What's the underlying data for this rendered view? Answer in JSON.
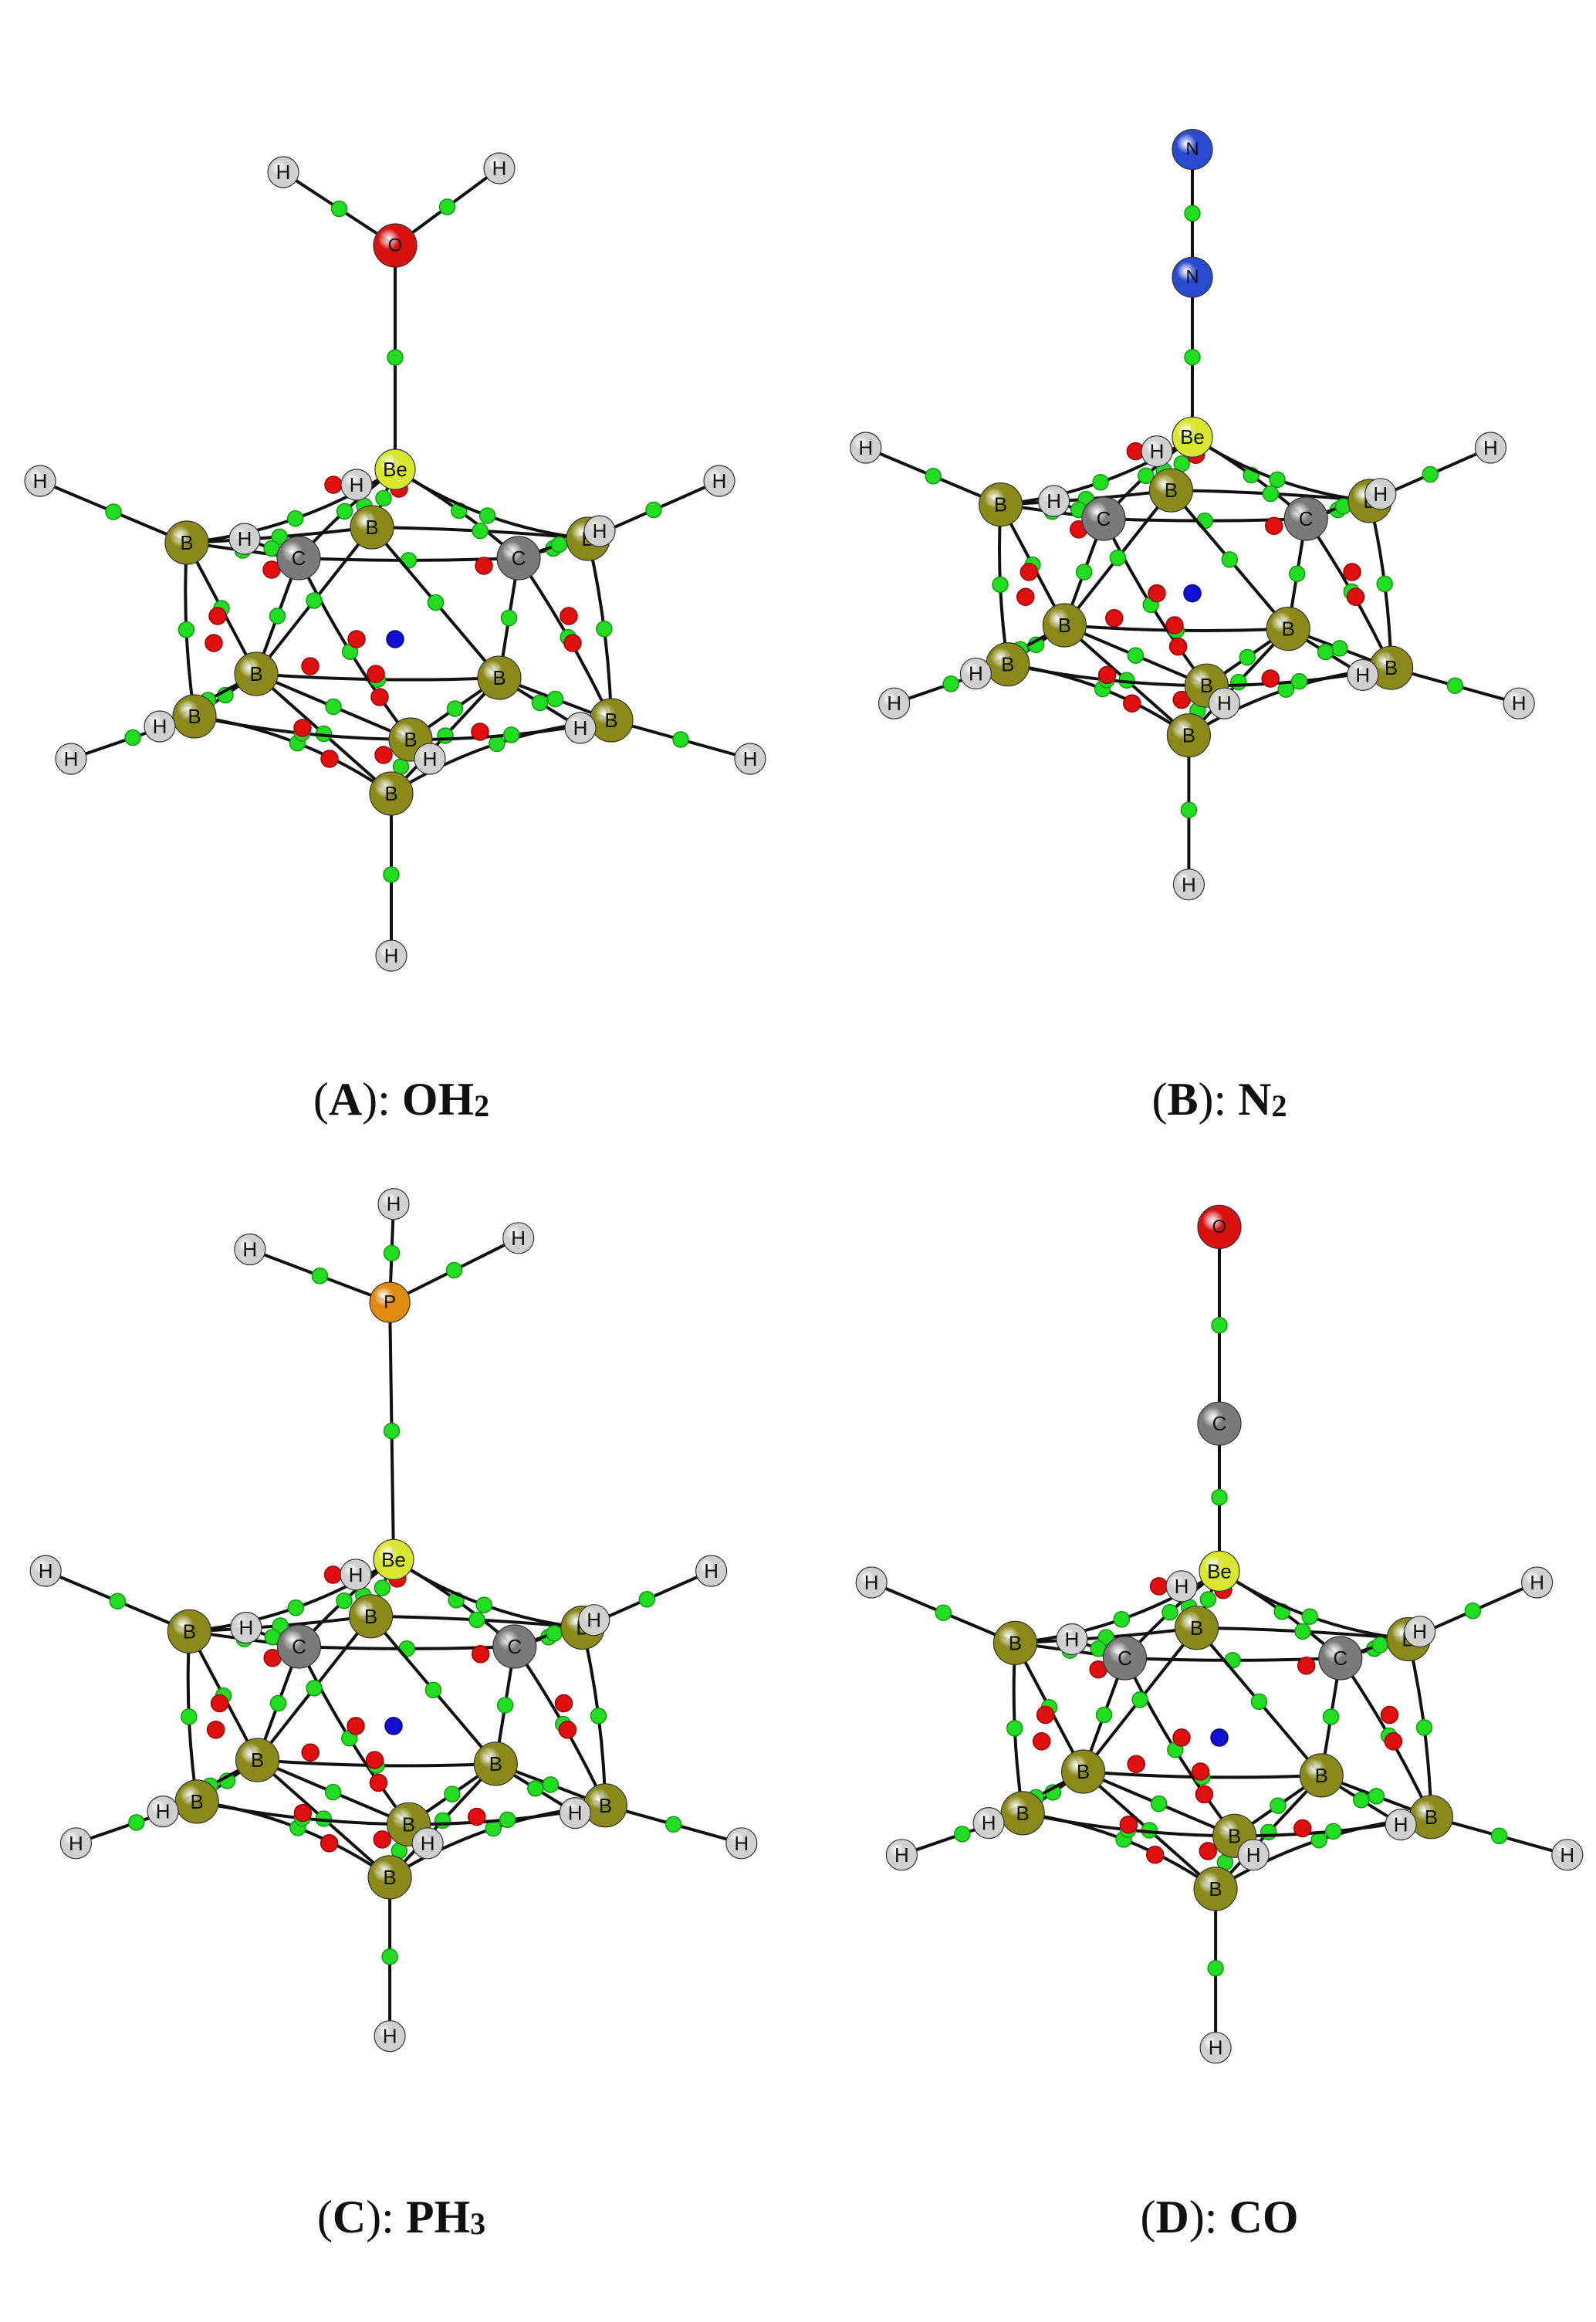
{
  "panels": [
    {
      "id": "A",
      "letter": "A",
      "ligand": "OH",
      "ligand_sub": "2",
      "top_atoms": [
        {
          "el": "H",
          "label": "H"
        },
        {
          "el": "H",
          "label": "H"
        },
        {
          "el": "O",
          "label": "O"
        }
      ]
    },
    {
      "id": "B",
      "letter": "B",
      "ligand": "N",
      "ligand_sub": "2",
      "top_atoms": [
        {
          "el": "N",
          "label": "N"
        },
        {
          "el": "N",
          "label": "N"
        }
      ]
    },
    {
      "id": "C",
      "letter": "C",
      "ligand": "PH",
      "ligand_sub": "3",
      "top_atoms": [
        {
          "el": "H",
          "label": "H"
        },
        {
          "el": "H",
          "label": "H"
        },
        {
          "el": "H",
          "label": "H"
        },
        {
          "el": "P",
          "label": "P"
        }
      ]
    },
    {
      "id": "D",
      "letter": "D",
      "ligand": "CO",
      "ligand_sub": "",
      "top_atoms": [
        {
          "el": "O",
          "label": "O"
        },
        {
          "el": "C",
          "label": "C"
        }
      ]
    }
  ],
  "atom_labels": {
    "Be": "Be",
    "B": "B",
    "C": "C",
    "H": "H",
    "O": "O",
    "N": "N",
    "P": "P"
  },
  "colors": {
    "B": "#8a8a1a",
    "Be": "#d8e830",
    "C": "#7a7a7a",
    "H": "#d0d0d0",
    "O": "#d81010",
    "N": "#2a4ad0",
    "P": "#e08a10",
    "bcp": "#22dd22",
    "rcp": "#e01010",
    "ccp": "#1010d0",
    "bond": "#111111"
  },
  "captions": {
    "A": {
      "open": "(",
      "letter": "A",
      "close": "): ",
      "formula": "OH",
      "sub": "2"
    },
    "B": {
      "open": "(",
      "letter": "B",
      "close": "): ",
      "formula": "N",
      "sub": "2"
    },
    "C": {
      "open": "(",
      "letter": "C",
      "close": "): ",
      "formula": "PH",
      "sub": "3"
    },
    "D": {
      "open": "(",
      "letter": "D",
      "close": "): ",
      "formula": "CO",
      "sub": ""
    }
  }
}
